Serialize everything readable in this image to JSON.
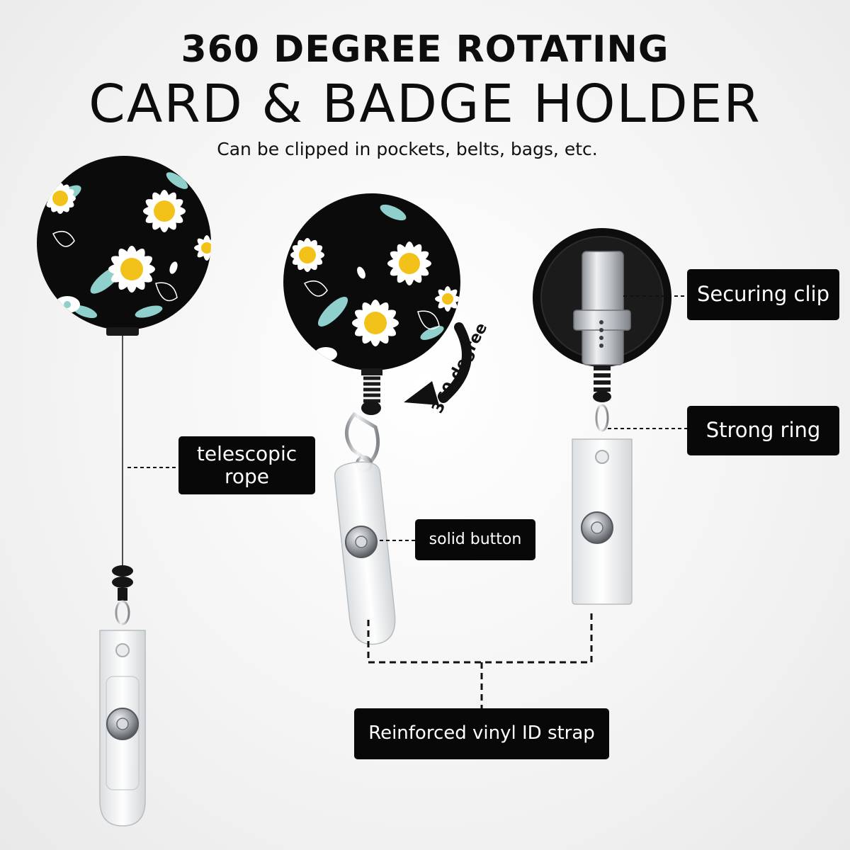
{
  "heading": {
    "line1": "360 DEGREE ROTATING",
    "line2": "CARD & BADGE HOLDER",
    "subtitle": "Can be clipped in pockets, belts, bags, etc."
  },
  "callouts": {
    "telescopic_rope": "telescopic rope",
    "rotation": "360 degree",
    "solid_button": "solid button",
    "securing_clip": "Securing clip",
    "strong_ring": "Strong ring",
    "vinyl_strap": "Reinforced vinyl ID strap"
  },
  "colors": {
    "reel_background": "#0b0b0b",
    "daisy_petal": "#ffffff",
    "daisy_center": "#f2c21a",
    "leaf": "#8fd0cc",
    "label_background": "#080808",
    "clip_metal": "#c9ccd0"
  }
}
